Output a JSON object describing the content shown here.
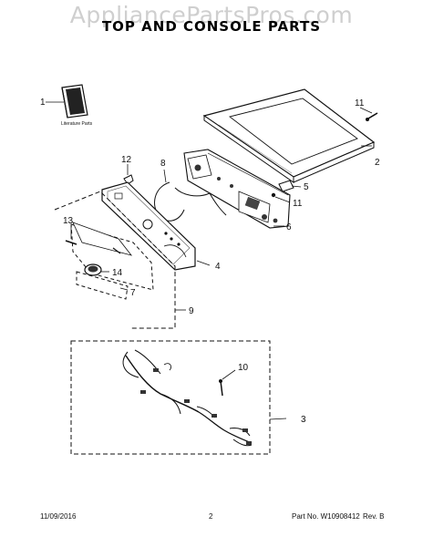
{
  "watermark": "AppliancePartsPros.com",
  "title": "TOP AND CONSOLE PARTS",
  "literature_label": "Literature Parts",
  "callouts": {
    "c1": "1",
    "c2": "2",
    "c3": "3",
    "c4": "4",
    "c5": "5",
    "c6": "6",
    "c7": "7",
    "c8": "8",
    "c9": "9",
    "c10": "10",
    "c11a": "11",
    "c11b": "11",
    "c12": "12",
    "c13": "13",
    "c14": "14"
  },
  "footer": {
    "date": "11/09/2016",
    "page": "2",
    "part_no": "Part No. W10908412",
    "rev": "Rev. B"
  }
}
